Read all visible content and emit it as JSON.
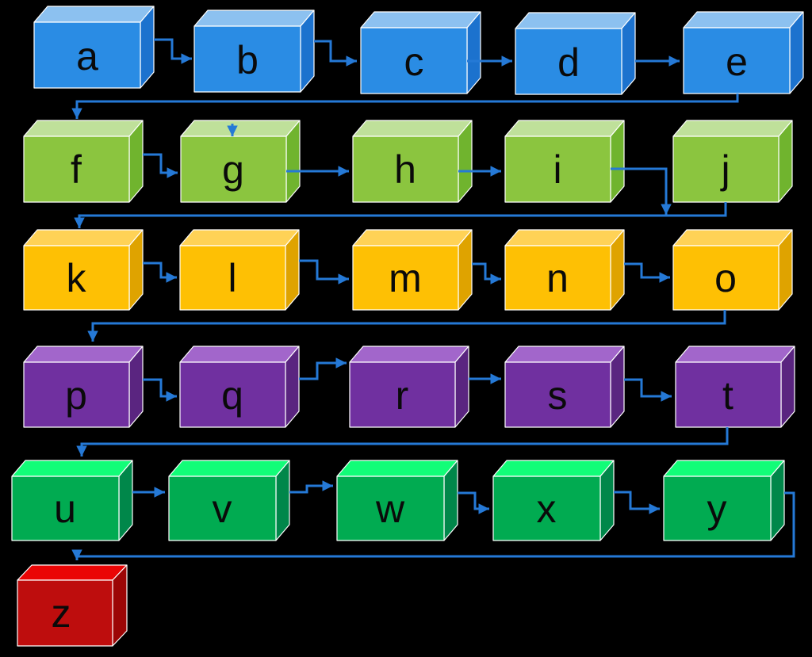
{
  "diagram": {
    "title": "alphabet-flow-snake-diagram",
    "sequence": [
      "a",
      "b",
      "c",
      "d",
      "e",
      "f",
      "g",
      "h",
      "i",
      "j",
      "k",
      "l",
      "m",
      "n",
      "o",
      "p",
      "q",
      "r",
      "s",
      "t",
      "u",
      "v",
      "w",
      "x",
      "y",
      "z"
    ],
    "rows": [
      {
        "color_name": "blue",
        "labels": [
          "a",
          "b",
          "c",
          "d",
          "e"
        ]
      },
      {
        "color_name": "lime",
        "labels": [
          "f",
          "g",
          "h",
          "i",
          "j"
        ]
      },
      {
        "color_name": "amber",
        "labels": [
          "k",
          "l",
          "m",
          "n",
          "o"
        ]
      },
      {
        "color_name": "purple",
        "labels": [
          "p",
          "q",
          "r",
          "s",
          "t"
        ]
      },
      {
        "color_name": "green",
        "labels": [
          "u",
          "v",
          "w",
          "x",
          "y"
        ]
      },
      {
        "color_name": "red",
        "labels": [
          "z"
        ]
      }
    ]
  },
  "colors": {
    "background": "#000000",
    "connector": "#2579D6",
    "label": "#0A0A0A",
    "outline": "#FFFFFF",
    "blue": {
      "front": "#2A8CE4",
      "top": "#8CC1F0",
      "side": "#1C72CE"
    },
    "lime": {
      "front": "#8BC53F",
      "top": "#BFE09A",
      "side": "#70B42E"
    },
    "amber": {
      "front": "#FEC004",
      "top": "#FFD256",
      "side": "#DFA300"
    },
    "purple": {
      "front": "#7030A0",
      "top": "#A266CB",
      "side": "#5A2580"
    },
    "green": {
      "front": "#01AB51",
      "top": "#12FD78",
      "side": "#00874A"
    },
    "red": {
      "front": "#BE0D0D",
      "top": "#EA0505",
      "side": "#9C0606"
    }
  }
}
